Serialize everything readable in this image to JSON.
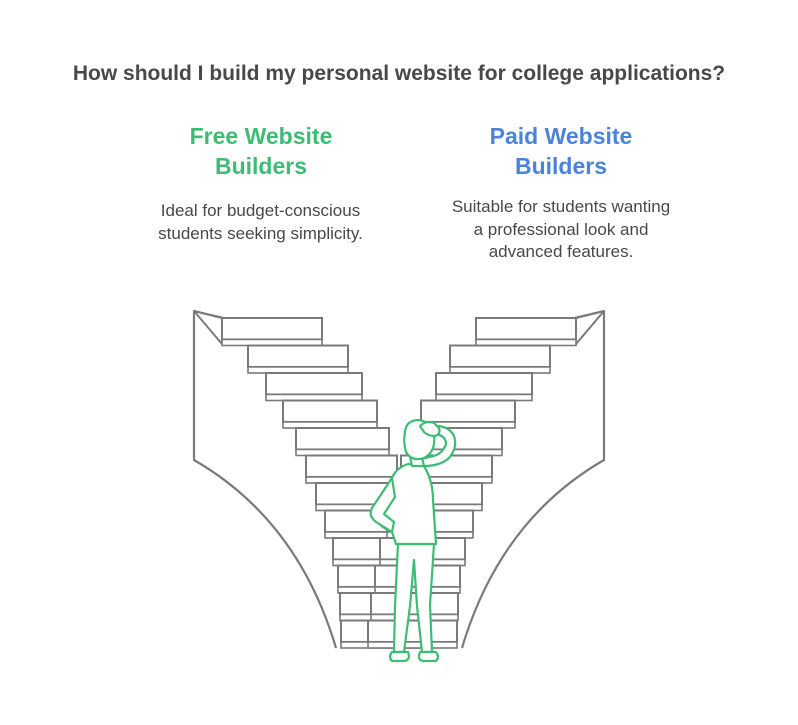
{
  "title": "How should I build my personal website for college applications?",
  "options": [
    {
      "heading": "Free Website Builders",
      "description": "Ideal for budget-conscious students seeking simplicity.",
      "color": "#3dbd74"
    },
    {
      "heading": "Paid Website Builders",
      "description": "Suitable for students wanting a professional look and advanced features.",
      "color": "#4a84d8"
    }
  ],
  "colors": {
    "title": "#484848",
    "stairs_stroke": "#7a7a7a",
    "person_stroke": "#3dbd74"
  }
}
